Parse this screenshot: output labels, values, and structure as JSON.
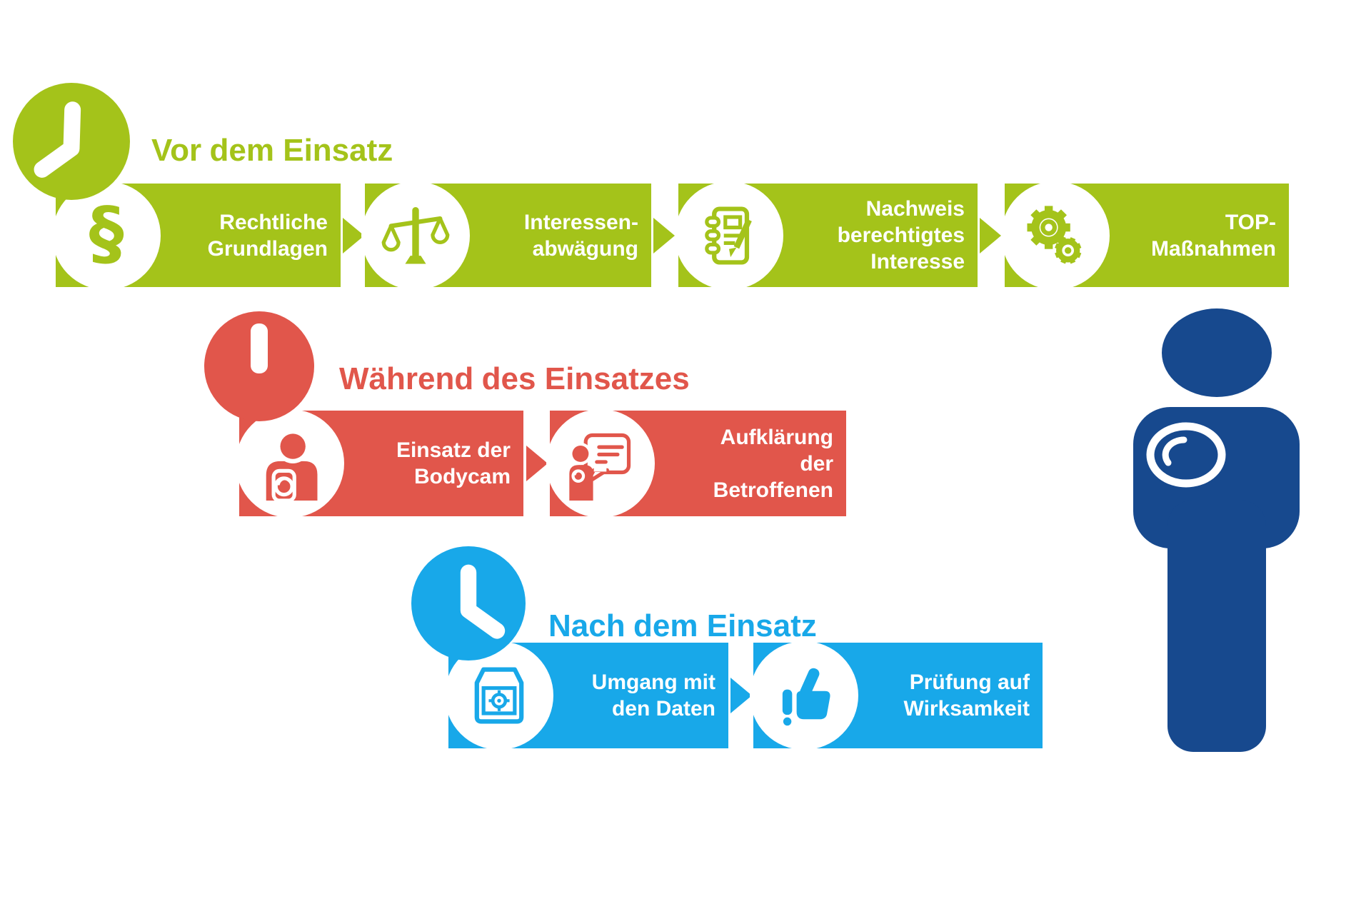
{
  "colors": {
    "green": "#a4c31a",
    "red": "#e1564b",
    "blue": "#18a8e9",
    "dark_blue": "#17498e",
    "white": "#ffffff"
  },
  "glyphs": {
    "paragraph": "§"
  },
  "sections": [
    {
      "title": "Vor dem Einsatz",
      "title_bold": "Vor",
      "title_rest": "dem Einsatz",
      "badge_icon": "clock-icon",
      "steps": [
        {
          "icon": "paragraph-icon",
          "lines": [
            "Rechtliche",
            "Grundlagen"
          ]
        },
        {
          "icon": "scales-icon",
          "lines": [
            "Interessen-",
            "abwägung"
          ]
        },
        {
          "icon": "notebook-pen-icon",
          "lines": [
            "Nachweis",
            "berechtigtes",
            "Interesse"
          ]
        },
        {
          "icon": "gears-icon",
          "lines": [
            "TOP-",
            "Maßnahmen"
          ]
        }
      ]
    },
    {
      "title": "Während des Einsatzes",
      "title_bold": "Während",
      "title_rest": "des Einsatzes",
      "badge_icon": "exclamation-icon",
      "steps": [
        {
          "icon": "bodycam-person-icon",
          "lines": [
            "Einsatz der",
            "Bodycam"
          ]
        },
        {
          "icon": "briefing-person-icon",
          "lines": [
            "Aufklärung",
            "der",
            "Betroffenen"
          ]
        }
      ]
    },
    {
      "title": "Nach dem Einsatz",
      "title_bold": "Nach",
      "title_rest": "dem Einsatz",
      "badge_icon": "clock-icon",
      "steps": [
        {
          "icon": "safe-icon",
          "lines": [
            "Umgang mit",
            "den Daten"
          ]
        },
        {
          "icon": "thumbs-up-icon",
          "lines": [
            "Prüfung auf",
            "Wirksamkeit"
          ]
        }
      ]
    }
  ]
}
